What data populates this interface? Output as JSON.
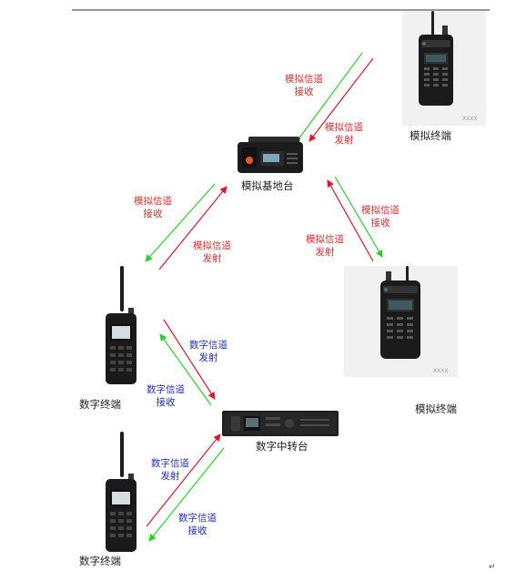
{
  "devices": {
    "analog_terminal_top": "模拟终端",
    "analog_base_station": "模拟基地台",
    "analog_terminal_right": "模拟终端",
    "digital_terminal_left": "数字终端",
    "digital_repeater": "数字中转台",
    "digital_terminal_bottom": "数字终端"
  },
  "links": {
    "a1_rx": [
      "模拟信道",
      "接收"
    ],
    "a1_tx": [
      "模拟信道",
      "发射"
    ],
    "a2_rx": [
      "模拟信道",
      "接收"
    ],
    "a2_tx": [
      "模拟信道",
      "发射"
    ],
    "a3_rx": [
      "模拟信道",
      "接收"
    ],
    "a3_tx": [
      "模拟信道",
      "发射"
    ],
    "d1_tx": [
      "数字信道",
      "发射"
    ],
    "d1_rx": [
      "数字信道",
      "接收"
    ],
    "d2_tx": [
      "数字信道",
      "发射"
    ],
    "d2_rx": [
      "数字信道",
      "接收"
    ]
  },
  "watermarks": {
    "top_photo": "XXXX",
    "right_photo": "XXXX"
  },
  "paragraph_mark": "↵",
  "colors": {
    "analog_label": "#d42b2b",
    "digital_label": "#1a2fb5",
    "arrow_red": "#e0162b",
    "arrow_green": "#2bd12b"
  }
}
